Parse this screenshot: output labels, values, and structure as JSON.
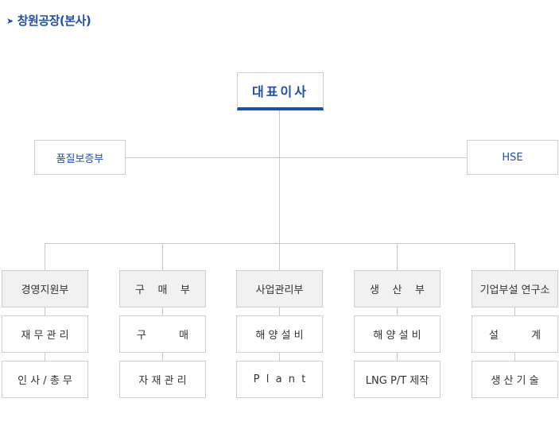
{
  "title": "창원공장(본사)",
  "ceo": "대표이사",
  "staff": {
    "left": "품질보증부",
    "right": "HSE"
  },
  "columns": [
    {
      "head": "경영지원부",
      "items": [
        "재 무 관 리",
        "인 사 / 총 무"
      ]
    },
    {
      "head": "구    매    부",
      "items": [
        "구          매",
        "자 재 관 리"
      ]
    },
    {
      "head": "사업관리부",
      "items": [
        "해 양 설 비",
        "P  l  a  n  t"
      ]
    },
    {
      "head": "생    산    부",
      "items": [
        "해 양 설 비",
        "LNG P/T 제작"
      ]
    },
    {
      "head": "기업부설 연구소",
      "items": [
        "설          계",
        "생 산 기 술"
      ]
    }
  ],
  "colors": {
    "accent": "#1f4fa8",
    "line": "#c8c8c8",
    "head_bg": "#f1f1f1"
  }
}
